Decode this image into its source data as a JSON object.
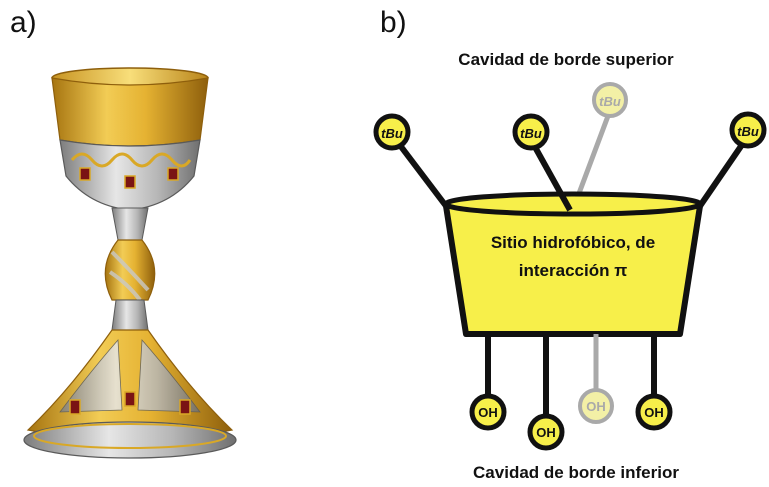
{
  "panels": {
    "a_label": "a)",
    "b_label": "b)"
  },
  "diagram": {
    "top_rim_label": "Cavidad de borde superior",
    "bottom_rim_label": "Cavidad de borde inferior",
    "center_line1": "Sitio hidrofóbico, de",
    "center_line2": "interacción π",
    "group_tbu": "tBu",
    "group_oh": "OH"
  },
  "colors": {
    "cup_fill": "#f7ef4a",
    "outline": "#111111",
    "faded_fill": "#f3f0a6",
    "faded_stroke": "#a9a9a9",
    "gold": "#d9a826",
    "silver": "#c8c8c8",
    "gem": "#7a1414"
  },
  "icons": {
    "chalice": "chalice-illustration"
  }
}
